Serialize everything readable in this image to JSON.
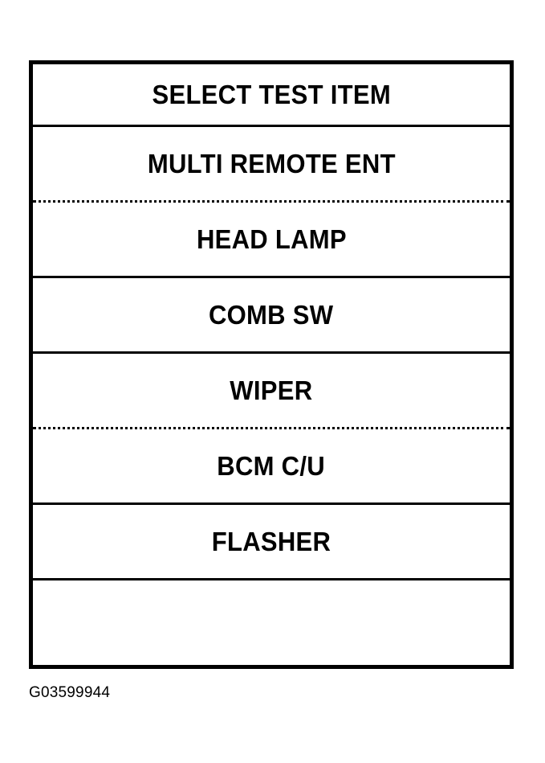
{
  "screen": {
    "header": {
      "label": "SELECT TEST ITEM"
    },
    "rows": [
      {
        "label": "MULTI REMOTE ENT",
        "divider": "dotted"
      },
      {
        "label": "HEAD LAMP",
        "divider": "solid"
      },
      {
        "label": "COMB SW",
        "divider": "solid"
      },
      {
        "label": "WIPER",
        "divider": "dotted"
      },
      {
        "label": "BCM C/U",
        "divider": "solid"
      },
      {
        "label": "FLASHER",
        "divider": "solid"
      },
      {
        "label": "",
        "divider": "none"
      }
    ]
  },
  "caption": {
    "text": "G03599944"
  },
  "colors": {
    "ink": "#000000",
    "paper": "#ffffff"
  }
}
